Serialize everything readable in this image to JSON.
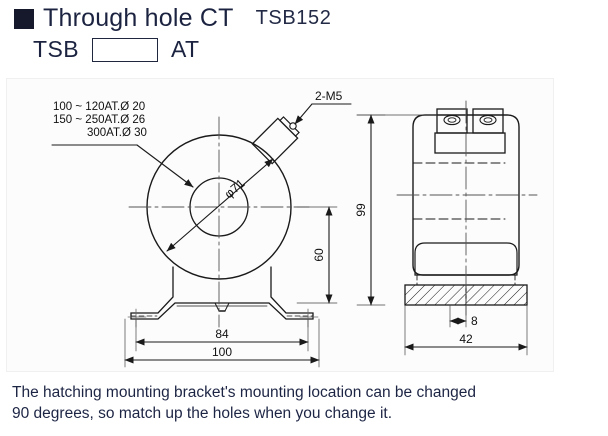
{
  "header": {
    "bullet": "filled-square-bullet",
    "title": "Through hole CT",
    "model": "TSB152",
    "subtitle_prefix": "TSB",
    "subtitle_box_value": "",
    "subtitle_suffix": "AT"
  },
  "drawing": {
    "front_view": {
      "name": "front-elevation",
      "bore_diameter_label": "φ71",
      "terminal_label": "2-M5",
      "spec_lines": [
        "100 ~ 120AT.Ø 20",
        "150 ~ 250AT.Ø 26",
        "300AT.Ø 30"
      ],
      "dimensions": {
        "height_60": "60",
        "bolt_spacing_84": "84",
        "overall_width_100": "100"
      }
    },
    "side_view": {
      "name": "side-elevation",
      "dimensions": {
        "height_99": "99",
        "offset_8": "8",
        "depth_42": "42"
      }
    }
  },
  "caption": {
    "line1": "The hatching mounting bracket's mounting location can be changed",
    "line2": "90 degrees, so match up the holes when you change it."
  },
  "colors": {
    "text": "#1b2340",
    "line": "#1a1a1a",
    "panel_bg": "#fcfcfc",
    "bullet": "#16192b"
  }
}
